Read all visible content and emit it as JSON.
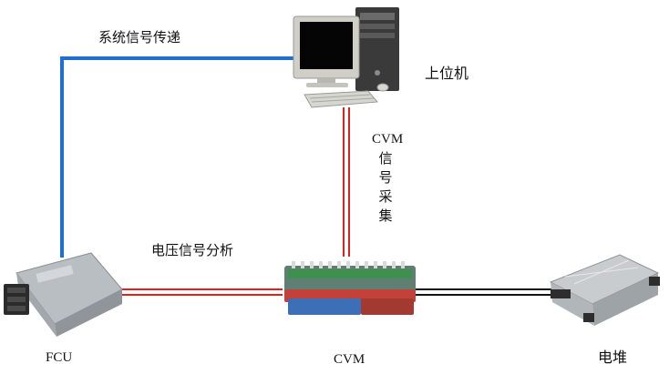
{
  "labels": {
    "system_signal": "系统信号传递",
    "host_computer": "上位机",
    "cvm_vertical": [
      "CVM",
      "信",
      "号",
      "采",
      "集"
    ],
    "voltage_analysis": "电压信号分析",
    "fcu": "FCU",
    "cvm": "CVM",
    "stack": "电堆"
  },
  "colors": {
    "blue_link": "#1f6fd1",
    "red_link": "#e02020",
    "black_link": "#111111"
  },
  "icons": {
    "host": "desktop-computer-icon",
    "fcu": "fcu-controller-icon",
    "cvm": "cvm-module-icon",
    "stack": "fuel-cell-stack-icon"
  }
}
